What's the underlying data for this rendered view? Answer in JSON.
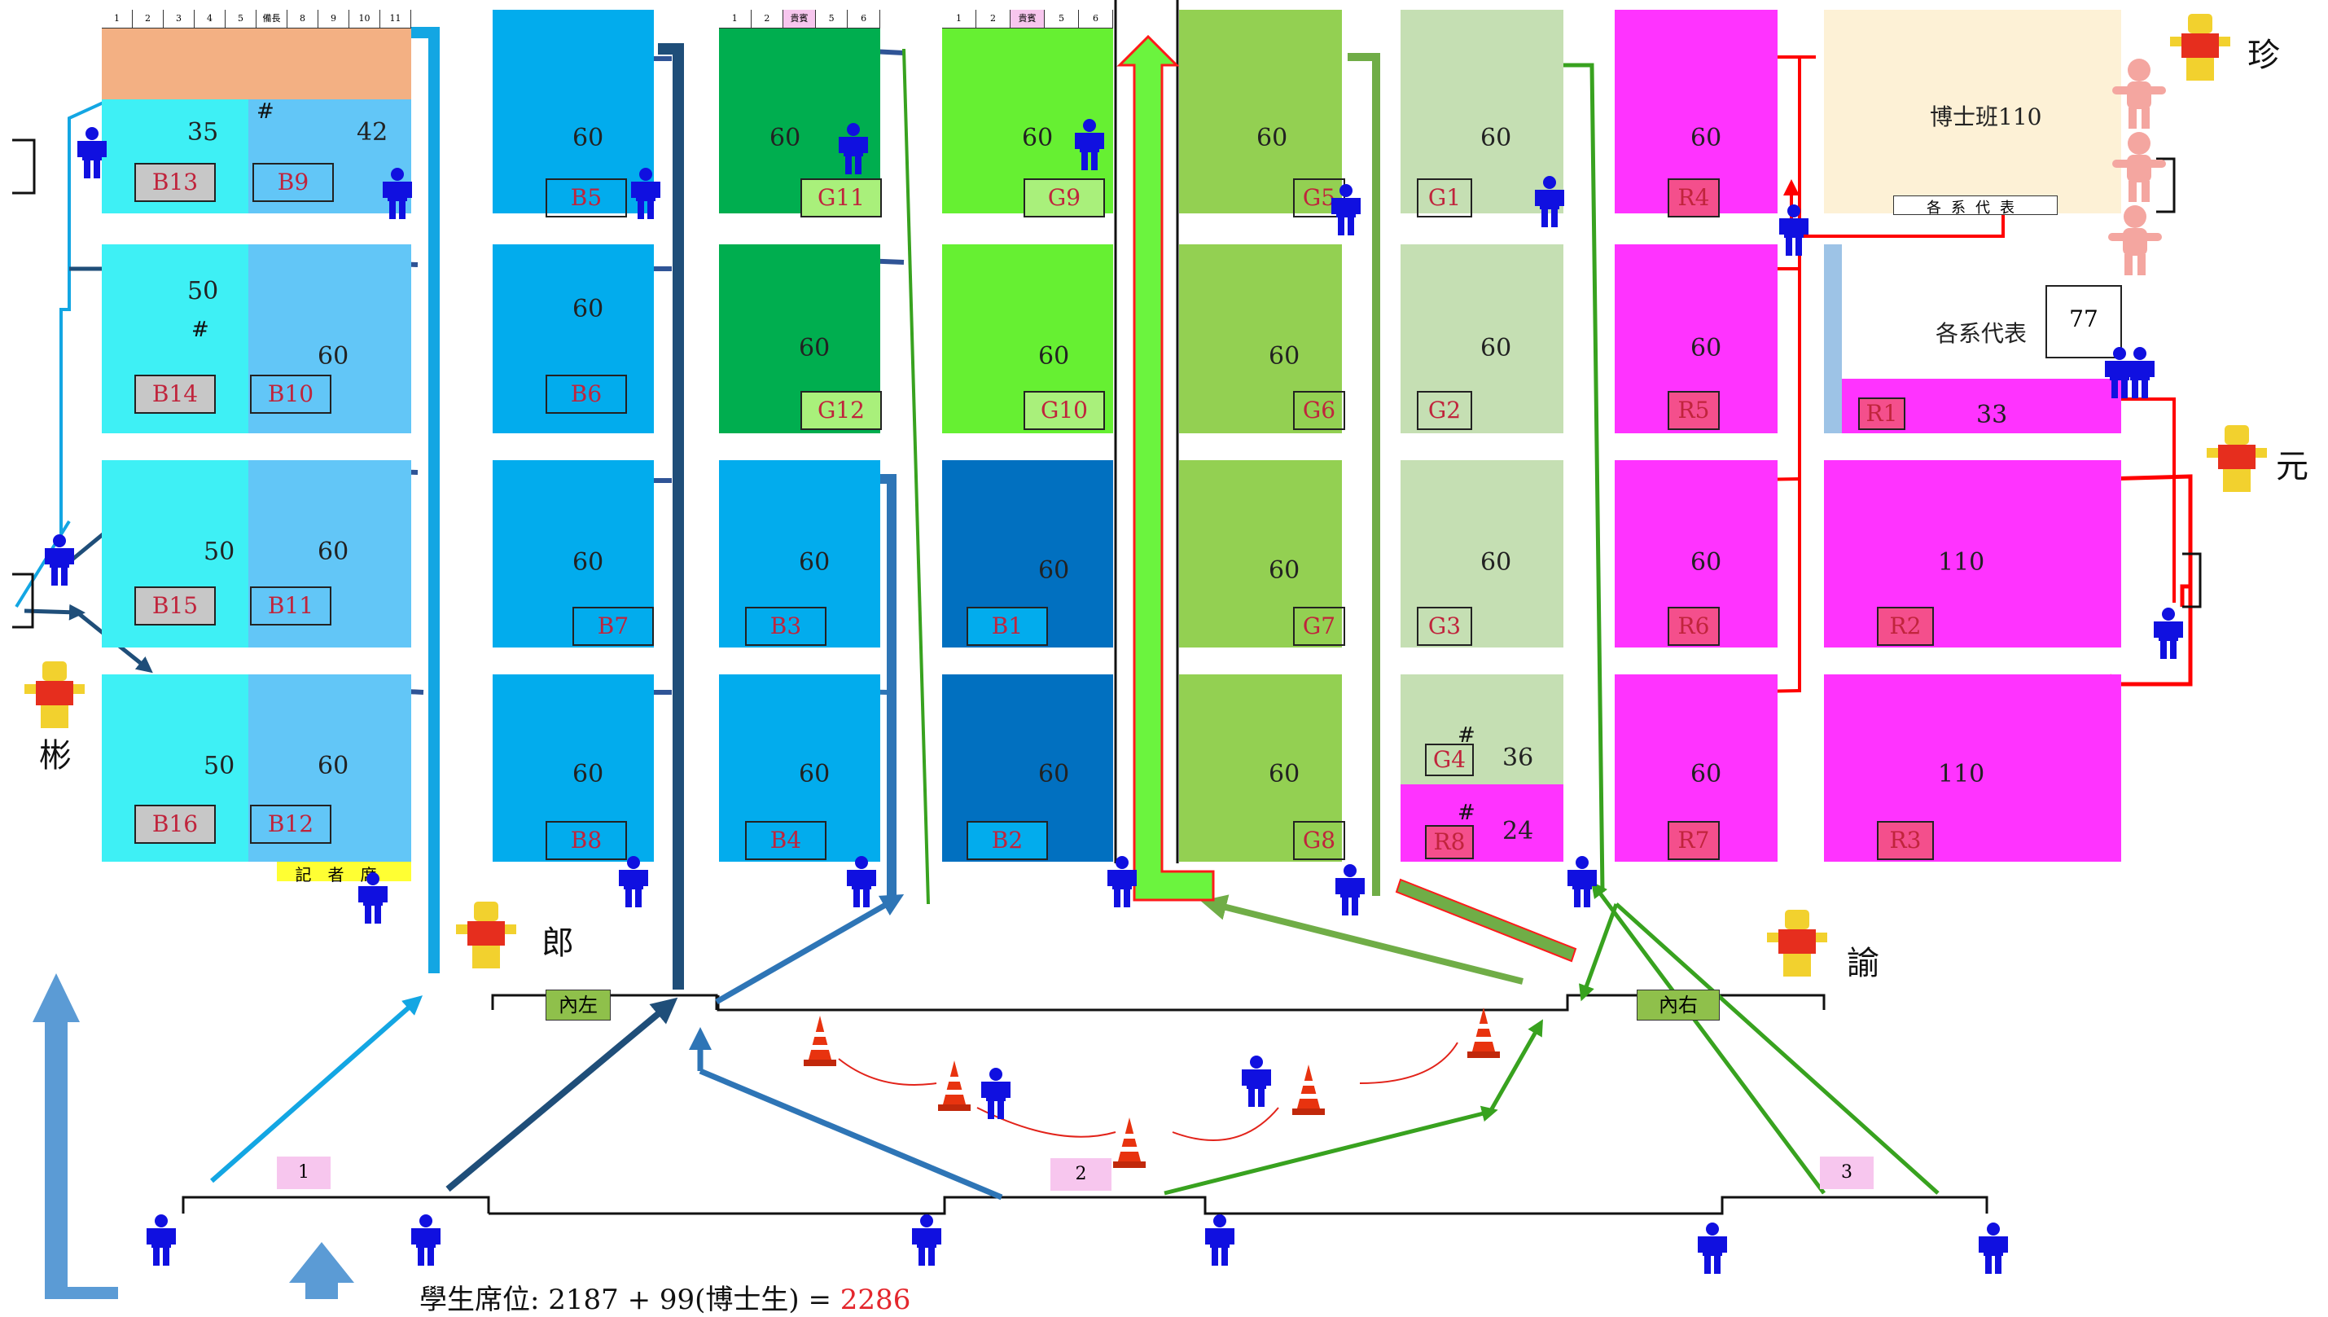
{
  "blocks": [
    {
      "code": "B13",
      "capacity": "35",
      "color": "#3ef0f5"
    },
    {
      "code": "B9",
      "capacity": "42",
      "color": "#62c6f7"
    },
    {
      "code": "B14",
      "capacity": "50",
      "color": "#3ef0f5"
    },
    {
      "code": "B10",
      "capacity": "60",
      "color": "#62c6f7"
    },
    {
      "code": "B15",
      "capacity": "50",
      "color": "#3ef0f5"
    },
    {
      "code": "B11",
      "capacity": "60",
      "color": "#62c6f7"
    },
    {
      "code": "B16",
      "capacity": "50",
      "color": "#3ef0f5"
    },
    {
      "code": "B12",
      "capacity": "60",
      "color": "#62c6f7"
    },
    {
      "code": "B5",
      "capacity": "60",
      "color": "#02aced"
    },
    {
      "code": "B6",
      "capacity": "60",
      "color": "#02aced"
    },
    {
      "code": "B7",
      "capacity": "60",
      "color": "#02aced"
    },
    {
      "code": "B8",
      "capacity": "60",
      "color": "#02aced"
    },
    {
      "code": "G11",
      "capacity": "60",
      "color": "#00ae4f"
    },
    {
      "code": "G12",
      "capacity": "60",
      "color": "#00ae4f"
    },
    {
      "code": "B3",
      "capacity": "60",
      "color": "#02aced"
    },
    {
      "code": "B4",
      "capacity": "60",
      "color": "#02aced"
    },
    {
      "code": "G9",
      "capacity": "60",
      "color": "#66f032"
    },
    {
      "code": "G10",
      "capacity": "60",
      "color": "#66f032"
    },
    {
      "code": "B1",
      "capacity": "60",
      "color": "#0170c0"
    },
    {
      "code": "B2",
      "capacity": "60",
      "color": "#0170c0"
    },
    {
      "code": "G5",
      "capacity": "60",
      "color": "#93d052"
    },
    {
      "code": "G6",
      "capacity": "60",
      "color": "#93d052"
    },
    {
      "code": "G7",
      "capacity": "60",
      "color": "#93d052"
    },
    {
      "code": "G8",
      "capacity": "60",
      "color": "#93d052"
    },
    {
      "code": "G1",
      "capacity": "60",
      "color": "#c5dfb3"
    },
    {
      "code": "G2",
      "capacity": "60",
      "color": "#c5dfb3"
    },
    {
      "code": "G3",
      "capacity": "60",
      "color": "#c5dfb3"
    },
    {
      "code": "G4",
      "capacity": "36",
      "color": "#c5dfb3"
    },
    {
      "code": "R8",
      "capacity": "24",
      "color": "#ff33ff"
    },
    {
      "code": "R4",
      "capacity": "60",
      "color": "#ff33ff"
    },
    {
      "code": "R5",
      "capacity": "60",
      "color": "#ff33ff"
    },
    {
      "code": "R6",
      "capacity": "60",
      "color": "#ff33ff"
    },
    {
      "code": "R7",
      "capacity": "60",
      "color": "#ff33ff"
    },
    {
      "code": "R1",
      "capacity": "33",
      "color": "#ff33ff"
    },
    {
      "code": "R2",
      "capacity": "110",
      "color": "#ff33ff"
    },
    {
      "code": "R3",
      "capacity": "110",
      "color": "#ff33ff"
    }
  ],
  "special": {
    "phd_section": "博士班110",
    "dept_reps": "各系代表",
    "dept_reps_count": "77",
    "dept_reps_row": "各系代表",
    "press_area": "記者席",
    "header_reserve": "備長",
    "header_guest": "貴賓",
    "hash": "#"
  },
  "doors": {
    "inner_left": "內左",
    "inner_right": "內右",
    "entrance_1": "1",
    "entrance_2": "2",
    "entrance_3": "3"
  },
  "staff": {
    "bin": "彬",
    "lang": "郎",
    "zhen": "珍",
    "yuan": "元",
    "yu": "諭"
  },
  "footer": {
    "prefix": "學生席位: 2187 + 99(博士生) = ",
    "total": "2286"
  },
  "colors": {
    "flow_light_blue": "#13a6e3",
    "flow_navy": "#1f4e79",
    "flow_blue": "#2e75b6",
    "flow_green": "#38a21f",
    "flow_red": "#ff0000",
    "big_arrow": "#5b9bd5",
    "peach_header": "#f3b083",
    "cream_phd": "#fdf1d6"
  }
}
